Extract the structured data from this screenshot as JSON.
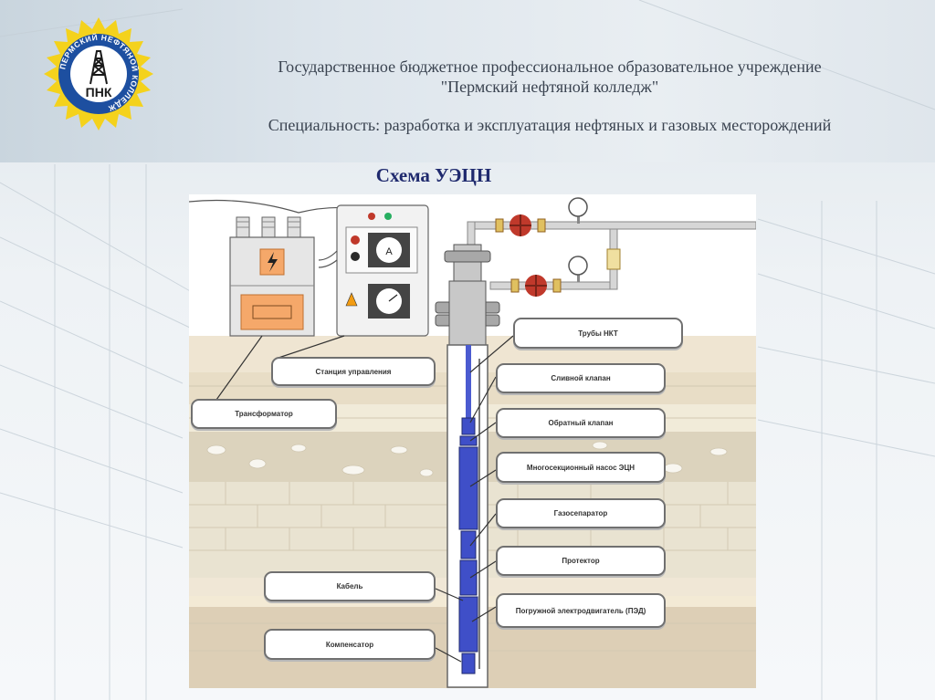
{
  "header": {
    "line1": "Государственное бюджетное профессиональное образовательное учреждение",
    "line2": "\"Пермский нефтяной колледж\"",
    "line3": "Специальность: разработка и эксплуатация нефтяных и газовых месторождений"
  },
  "logo": {
    "ring_text": "ПЕРМСКИЙ НЕФТЯНОЙ КОЛЛЕДЖ",
    "abbr": "ПНК",
    "colors": {
      "sun": "#f4d21c",
      "ring": "#1d4fa0",
      "inner": "#ffffff"
    }
  },
  "title": "Схема УЭЦН",
  "labels": {
    "station": "Станция управления",
    "transformer": "Трансформатор",
    "tubes": "Трубы НКТ",
    "drain_valve": "Сливной клапан",
    "check_valve": "Обратный клапан",
    "pump": "Многосекционный насос ЭЦН",
    "gas_separator": "Газосепаратор",
    "protector": "Протектор",
    "cable": "Кабель",
    "motor": "Погружной электродвигатель (ПЭД)",
    "compensator": "Компенсатор"
  },
  "colors": {
    "title": "#1f2a6e",
    "equipment": "#3f4fc8",
    "warning_panel": "#f5a86a",
    "valve": "#c0392b"
  }
}
